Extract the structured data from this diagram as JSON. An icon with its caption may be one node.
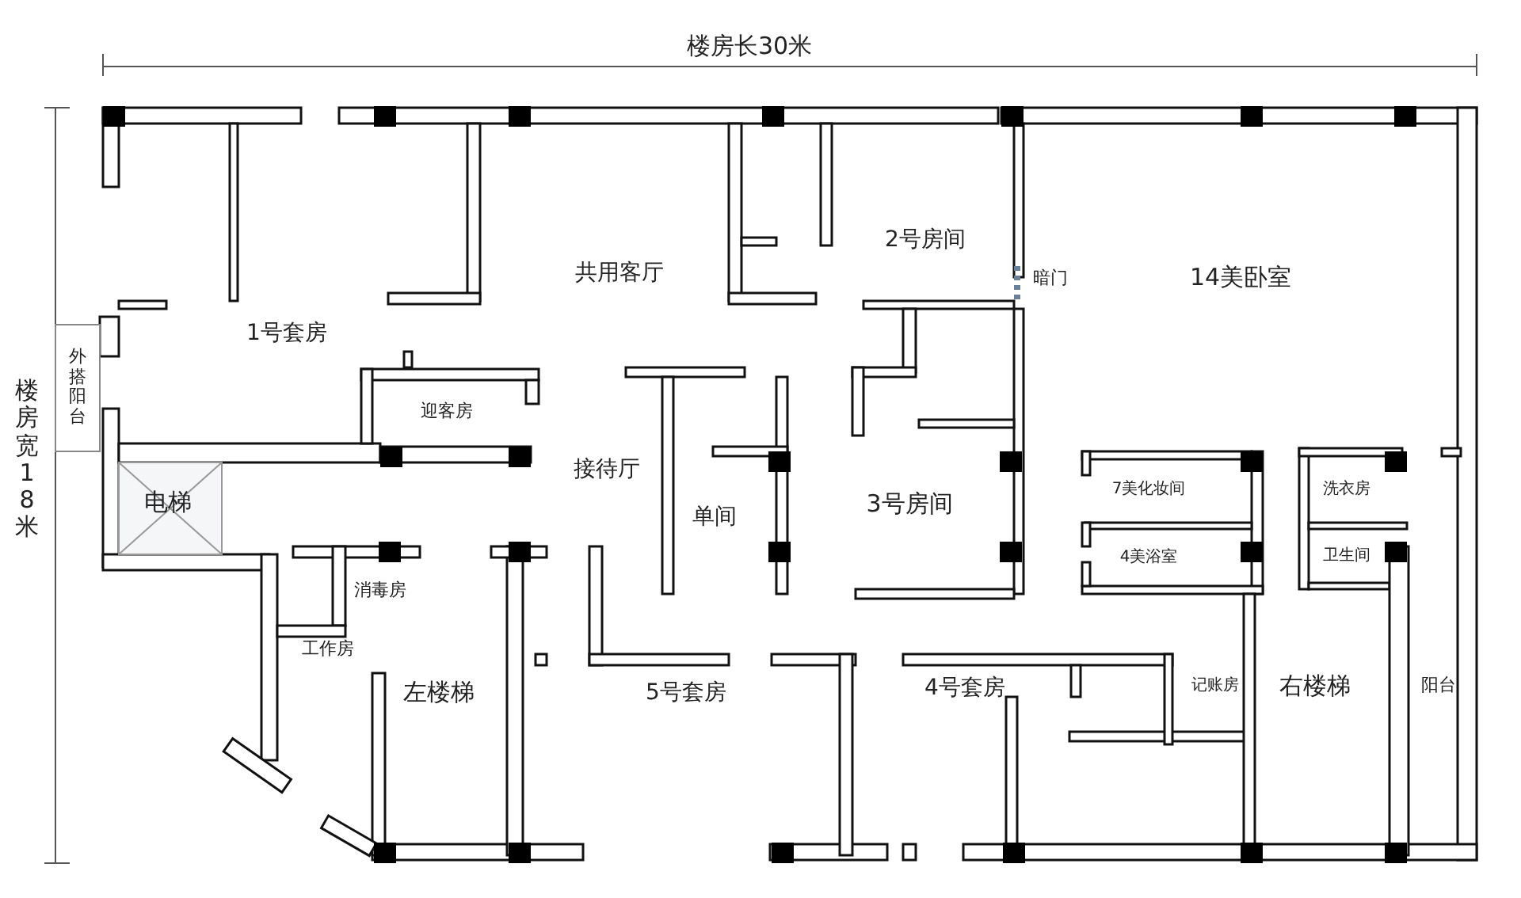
{
  "diagram": {
    "labels": [
      "楼房长30米",
      "2号房间",
      "共用客厅",
      "暗门",
      "14美卧室",
      "1号套房",
      "楼房宽18米",
      "外搭阳台",
      "迎客房",
      "接待厅",
      "电梯",
      "7美化妆间",
      "洗衣房",
      "单间",
      "3号房间",
      "4美浴室",
      "卫生间",
      "消毒房",
      "工作房",
      "左楼梯",
      "5号套房",
      "4号套房",
      "记账房",
      "右楼梯",
      "阳台"
    ]
  }
}
